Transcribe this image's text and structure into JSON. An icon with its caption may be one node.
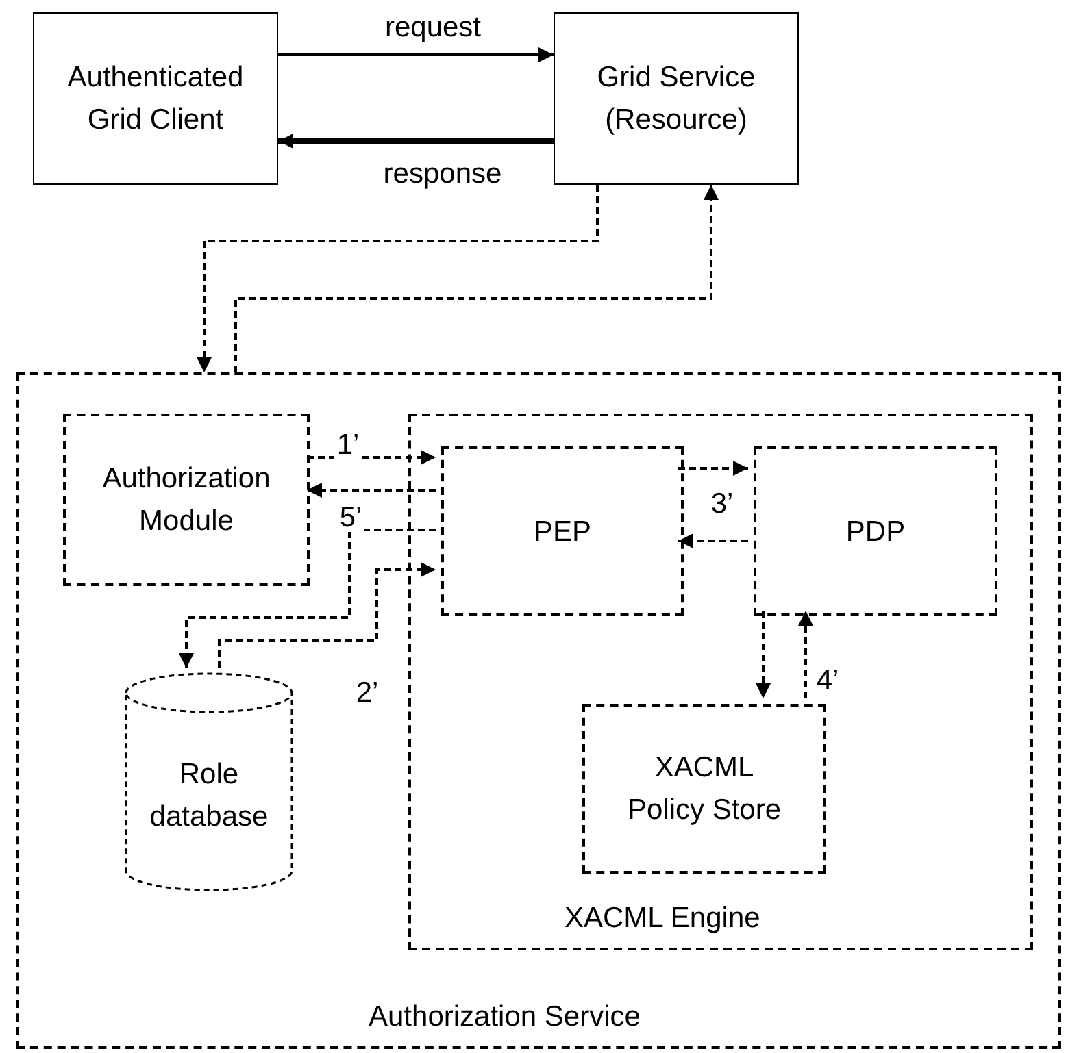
{
  "diagram": {
    "nodes": [
      {
        "text": [
          "Authenticated Grid Client"
        ]
      },
      {
        "text": [
          "Grid Service (Resource)"
        ]
      },
      {
        "text": [
          "Authorization Service"
        ]
      },
      {
        "text": [
          "Authorization Module"
        ],
        "in": 2
      },
      {
        "text": [
          "XACML Engine"
        ],
        "in": 2
      },
      {
        "text": [
          "PEP"
        ],
        "in": 4
      },
      {
        "text": [
          "PDP"
        ],
        "in": 4
      },
      {
        "text": [
          "XACML Policy Store"
        ],
        "in": 4
      },
      {
        "text": [
          "Role database"
        ],
        "in": 2
      }
    ],
    "edges": [
      {
        "from": 0,
        "to": 1,
        "arrow": "to",
        "label": "request"
      },
      {
        "from": 1,
        "to": 0,
        "arrow": "to",
        "label": "response",
        "style": "thick"
      },
      {
        "from": 1,
        "to": 2,
        "arrow": "to",
        "style": "dashed"
      },
      {
        "from": 2,
        "to": 1,
        "arrow": "to",
        "style": "dashed"
      },
      {
        "from": 3,
        "to": 5,
        "arrow": "to",
        "label": "1’",
        "style": "dashed"
      },
      {
        "from": 5,
        "to": 3,
        "arrow": "to",
        "label": "5’",
        "style": "dashed"
      },
      {
        "from": 5,
        "to": 8,
        "arrow": "to",
        "style": "dashed"
      },
      {
        "from": 8,
        "to": 5,
        "arrow": "to",
        "label": "2’",
        "style": "dashed"
      },
      {
        "from": 5,
        "to": 6,
        "arrow": "to",
        "label": "3’",
        "style": "dashed"
      },
      {
        "from": 6,
        "to": 5,
        "arrow": "to",
        "style": "dashed"
      },
      {
        "from": 6,
        "to": 7,
        "arrow": "to",
        "style": "dashed"
      },
      {
        "from": 7,
        "to": 6,
        "arrow": "to",
        "label": "4’",
        "style": "dashed"
      }
    ]
  }
}
